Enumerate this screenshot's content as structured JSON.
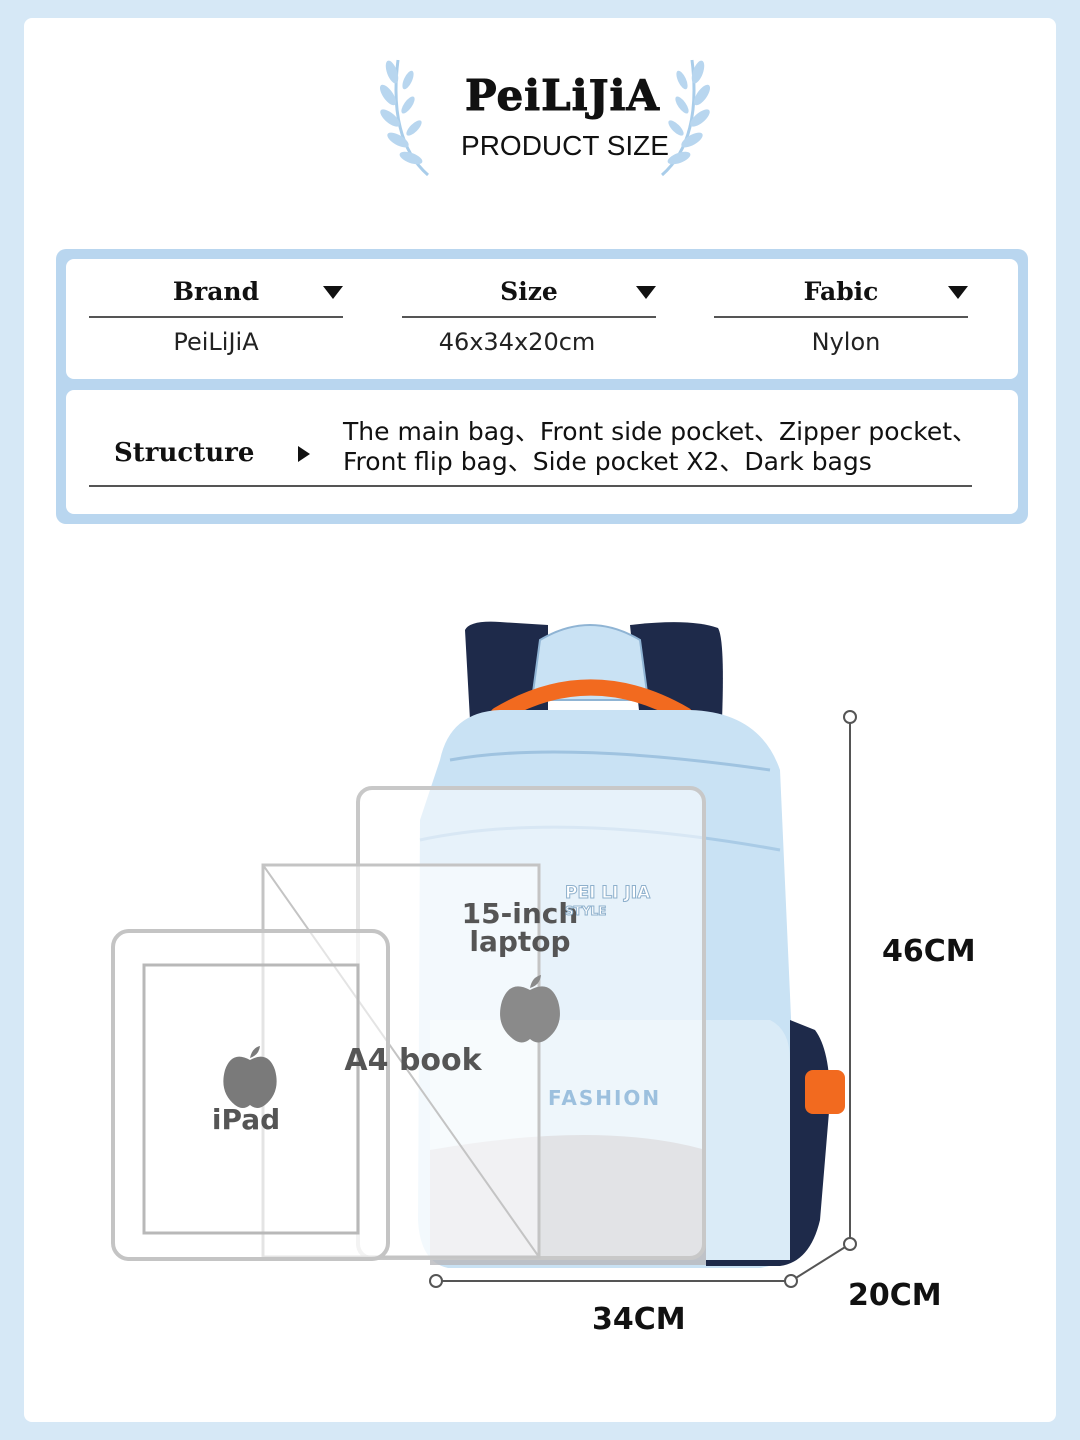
{
  "header": {
    "brand_logo": "PeiLiJiA",
    "subtitle": "PRODUCT SIZE"
  },
  "specs": [
    {
      "label": "Brand",
      "value": "PeiLiJiA"
    },
    {
      "label": "Size",
      "value": "46x34x20cm"
    },
    {
      "label": "Fabic",
      "value": "Nylon"
    }
  ],
  "structure": {
    "label": "Structure",
    "line1": "The main bag、Front side pocket、Zipper pocket、",
    "line2": "Front flip bag、Side pocket X2、Dark bags"
  },
  "comparison": {
    "laptop_label_1": "15-inch",
    "laptop_label_2": "laptop",
    "a4_label": "A4 book",
    "ipad_label": "iPad",
    "backpack_print_1": "PEI LI JIA",
    "backpack_print_2": "STYLE",
    "backpack_print_3": "FASHION"
  },
  "dimensions": {
    "height": "46CM",
    "width": "34CM",
    "depth": "20CM"
  },
  "colors": {
    "background": "#d6e8f6",
    "panel_border": "#b9d6ef",
    "backpack_light": "#c9e2f4",
    "backpack_dark": "#1e2a4a",
    "accent_orange": "#f26a1f"
  }
}
